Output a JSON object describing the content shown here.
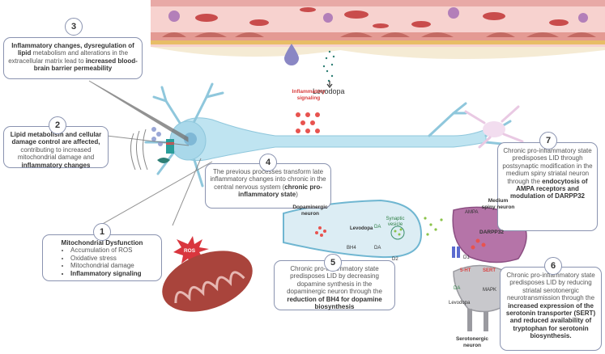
{
  "box3": {
    "num": "3",
    "b1": "Inflammatory changes, dysregulation of lipid",
    "t1": " metabolism and alterations in the extracellular matrix lead to ",
    "b2": "increased blood-brain barrier permeability"
  },
  "box2": {
    "num": "2",
    "b1": "Lipid metabolism and cellular damage control are affected,",
    "t1": " contributing to increased mitochondrial damage and ",
    "b2": "inflammatory changes"
  },
  "box1": {
    "num": "1",
    "title": "Mitochondrial Dysfunction",
    "items": [
      "Accumulation of ROS",
      "Oxidative stress",
      "Mitochondrial damage"
    ],
    "bold_item": "Inflammatory signaling"
  },
  "box4": {
    "num": "4",
    "t1": "The previous processes transform late inflammatory changes into chronic in the central nervous system (",
    "b1": "chronic pro-inflammatory state",
    "t2": ")"
  },
  "box5": {
    "num": "5",
    "t1": "Chronic pro-inflammatory state predisposes LID by decreasing dopamine synthesis in the dopaminergic neuron through the ",
    "b1": "reduction of BH4 for dopamine biosynthesis"
  },
  "box6": {
    "num": "6",
    "t1": "Chronic pro-inflammatory state predisposes LID by reducing striatal serotonergic neurotransmission through the ",
    "b1": "increased expression of the serotonin transporter (SERT) and reduced availability of tryptophan for serotonin biosynthesis."
  },
  "box7": {
    "num": "7",
    "t1": "Chronic pro-inflammatory state predisposes LID through postsynaptic modification in the medium spiny striatal neuron through the ",
    "b1": "endocytosis of AMPA receptors and modulation of DARPP32"
  },
  "labels": {
    "levodopa_top": "Levodopa",
    "inflammatory_signaling": "Inflammatory signaling",
    "ros": "ROS",
    "dopaminergic_neuron": "Dopaminergic neuron",
    "synaptic_vesicle": "Synaptic vesicle",
    "levodopa_da": "Levodopa",
    "da": "DA",
    "bh4": "BH4",
    "da2": "DA",
    "d2": "D2",
    "ampa": "AMPA",
    "medium_spiny": "Medium spiny neuron",
    "darpp32": "DARPP32",
    "d1": "D1",
    "ht5": "5-HT",
    "sert": "SERT",
    "da3": "DA",
    "levodopa_sero": "Levodopa",
    "mapk": "MAPK",
    "serotonergic": "Serotonergic neuron"
  },
  "colors": {
    "border": "#8a93b0",
    "red": "#e23b3b",
    "vessel": "#f4c4c4",
    "cell": "#c94c4c",
    "neuron": "#a9d8ea",
    "mito": "#a9443c"
  }
}
